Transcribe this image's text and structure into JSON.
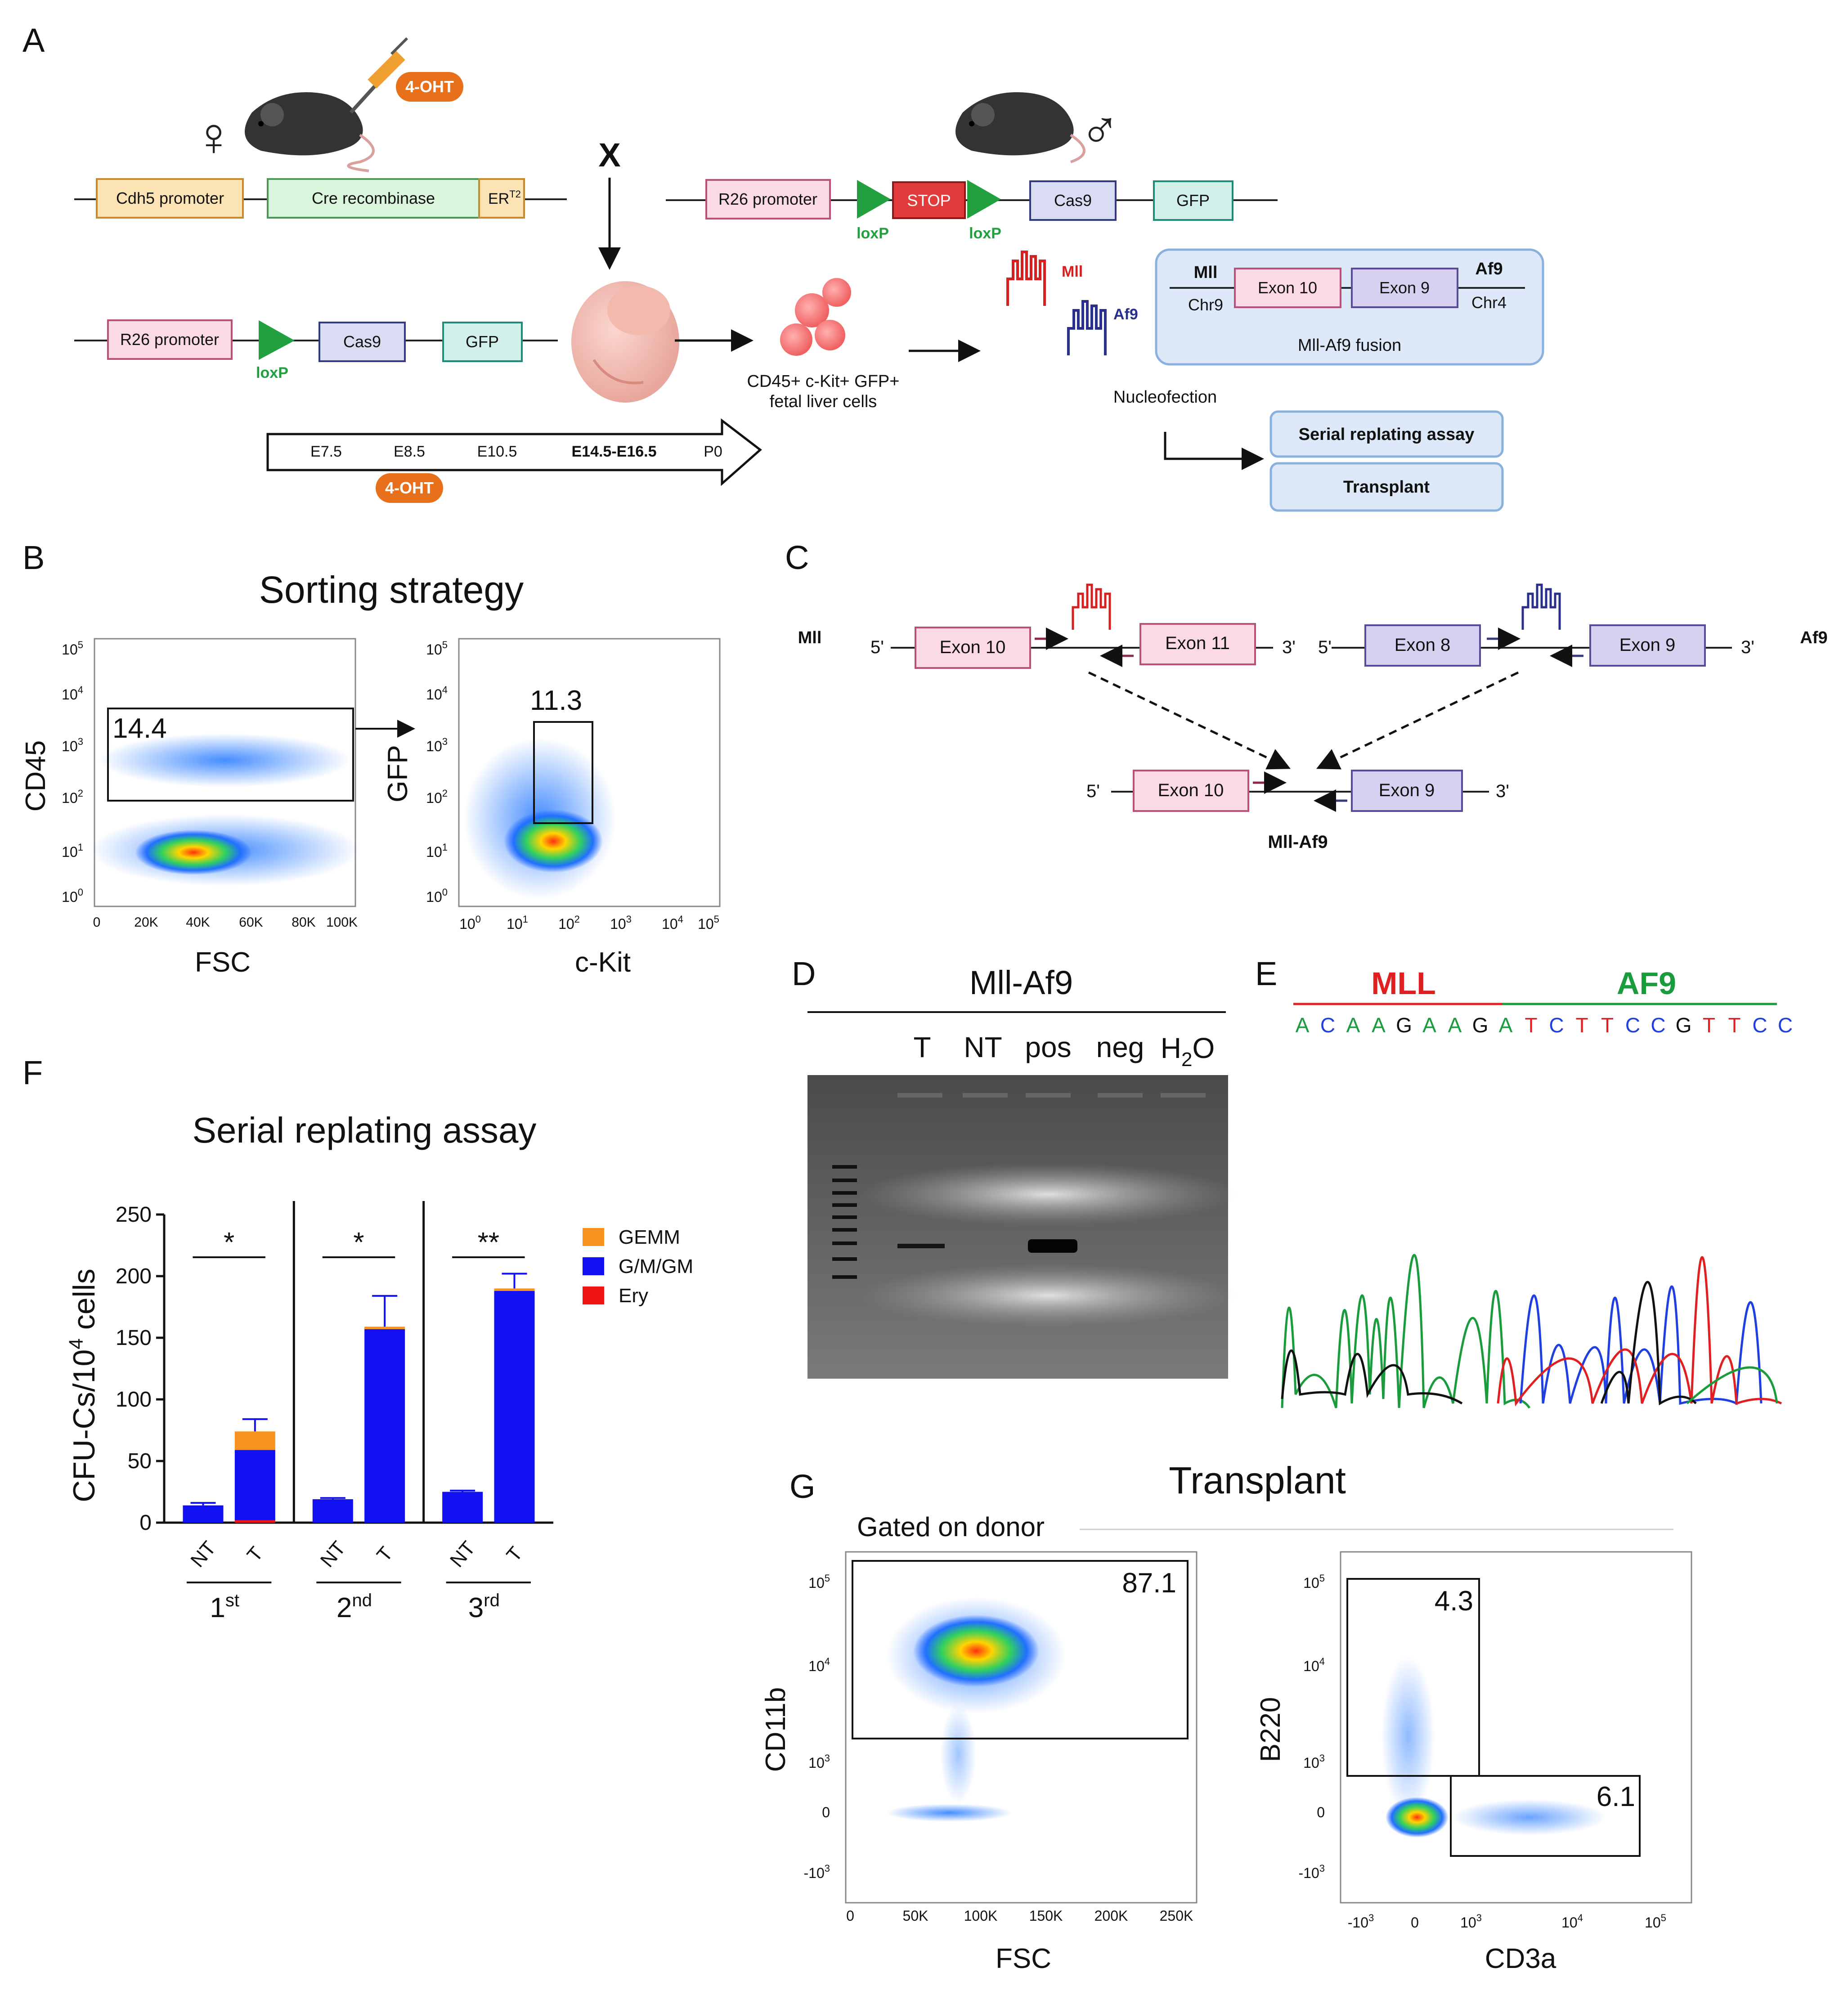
{
  "panel_letters": {
    "A": "A",
    "B": "B",
    "C": "C",
    "D": "D",
    "E": "E",
    "F": "F",
    "G": "G"
  },
  "panel_a": {
    "female_symbol": "♀",
    "male_symbol": "♂",
    "drug_badge": "4-OHT",
    "cross": "X",
    "cdh5_promoter": "Cdh5 promoter",
    "cre": "Cre recombinase",
    "ert2_base": "ER",
    "ert2_sup": "T2",
    "r26_promoter": "R26 promoter",
    "stop": "STOP",
    "loxp": "loxP",
    "cas9": "Cas9",
    "gfp": "GFP",
    "mll_guide": "Mll",
    "af9_guide": "Af9",
    "fusion_mll": "Mll",
    "fusion_af9": "Af9",
    "exon10": "Exon 10",
    "exon9": "Exon 9",
    "chr9": "Chr9",
    "chr4": "Chr4",
    "fusion_label": "Mll-Af9 fusion",
    "cells_line1": "CD45+ c-Kit+ GFP+",
    "cells_line2": "fetal liver cells",
    "nucleofection": "Nucleofection",
    "serial_box": "Serial replating assay",
    "transplant_box": "Transplant",
    "timeline": [
      "E7.5",
      "E8.5",
      "E10.5",
      "E14.5-E16.5",
      "P0"
    ]
  },
  "panel_b": {
    "title": "Sorting strategy",
    "plot1": {
      "xlabel": "FSC",
      "ylabel": "CD45",
      "gate": "14.4",
      "xticks": [
        "0",
        "20K",
        "40K",
        "60K",
        "80K",
        "100K"
      ]
    },
    "plot2": {
      "xlabel": "c-Kit",
      "ylabel": "GFP",
      "gate": "11.3"
    },
    "log_base": "10",
    "log_exps": [
      "0",
      "1",
      "2",
      "3",
      "4",
      "5"
    ]
  },
  "panel_c": {
    "mll": "Mll",
    "af9": "Af9",
    "exon10": "Exon 10",
    "exon11": "Exon 11",
    "exon8": "Exon 8",
    "exon9": "Exon 9",
    "five": "5'",
    "three": "3'",
    "fusion": "Mll-Af9"
  },
  "panel_d": {
    "title": "Mll-Af9",
    "lanes": [
      "T",
      "NT",
      "pos",
      "neg"
    ],
    "h2o_h": "H",
    "h2o_2": "2",
    "h2o_o": "O"
  },
  "panel_e": {
    "mll": "MLL",
    "af9": "AF9",
    "sequence": [
      "A",
      "C",
      "A",
      "A",
      "G",
      "A",
      "A",
      "G",
      "A",
      "T",
      "C",
      "T",
      "T",
      "C",
      "C",
      "G",
      "T",
      "T",
      "C",
      "C"
    ],
    "colors": {
      "A": "#1a9b3c",
      "C": "#1f3fe0",
      "G": "#111111",
      "T": "#e02020"
    }
  },
  "panel_f": {
    "title": "Serial replating assay",
    "ylabel_main": "CFU-Cs/10",
    "ylabel_sup": "4",
    "ylabel_tail": " cells",
    "rounds": [
      {
        "base": "1",
        "sup": "st",
        "sig": "*"
      },
      {
        "base": "2",
        "sup": "nd",
        "sig": "*"
      },
      {
        "base": "3",
        "sup": "rd",
        "sig": "**"
      }
    ],
    "legend": [
      {
        "name": "GEMM",
        "color": "#f7931e"
      },
      {
        "name": "G/M/GM",
        "color": "#1010f0"
      },
      {
        "name": "Ery",
        "color": "#f01414"
      }
    ]
  },
  "chart_data": {
    "type": "bar",
    "title": "Serial replating assay",
    "ylabel": "CFU-Cs/10^4 cells",
    "ylim": [
      0,
      250
    ],
    "yticks": [
      0,
      50,
      100,
      150,
      200,
      250
    ],
    "categories": [
      "NT",
      "T",
      "NT",
      "T",
      "NT",
      "T"
    ],
    "groups": [
      "1st",
      "2nd",
      "3rd"
    ],
    "stacked": true,
    "series": [
      {
        "name": "Ery",
        "color": "#f01414",
        "values": [
          0,
          2,
          0,
          0,
          0,
          0
        ]
      },
      {
        "name": "G/M/GM",
        "color": "#1010f0",
        "values": [
          14,
          57,
          19,
          157,
          25,
          188
        ]
      },
      {
        "name": "GEMM",
        "color": "#f7931e",
        "values": [
          0,
          15,
          0,
          2,
          0,
          2
        ]
      }
    ],
    "error_tops": [
      16,
      84,
      20,
      184,
      26,
      202
    ],
    "significance": [
      "*",
      "*",
      "**"
    ],
    "legend_position": "top-right"
  },
  "panel_g": {
    "title": "Transplant",
    "gated": "Gated on donor",
    "plot1": {
      "xlabel": "FSC",
      "ylabel": "CD11b",
      "gate": "87.1",
      "xticks": [
        "0",
        "50K",
        "100K",
        "150K",
        "200K",
        "250K"
      ]
    },
    "plot2": {
      "xlabel": "CD3a",
      "ylabel": "B220",
      "gate1": "4.3",
      "gate2": "6.1"
    },
    "zero": "0",
    "ten": "10",
    "neg_ten": "-10",
    "exp3": "3",
    "exp4": "4",
    "exp5": "5"
  }
}
